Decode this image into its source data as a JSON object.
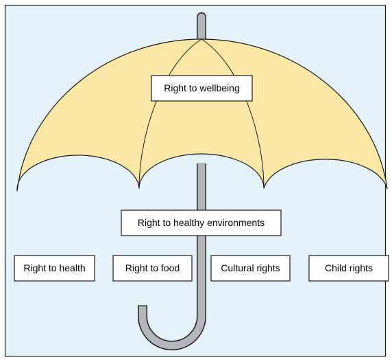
{
  "diagram": {
    "colors": {
      "background": "#e6f2fa",
      "canopy": "#fbe8a6",
      "shaft": "#b4b6bc",
      "outline": "#1a1a1a",
      "box": "#ffffff"
    },
    "labels": {
      "canopy_top": "Right to wellbeing",
      "middle": "Right to healthy environments",
      "health": "Right to health",
      "food": "Right to food",
      "cultural": "Cultural rights",
      "child": "Child rights"
    }
  }
}
